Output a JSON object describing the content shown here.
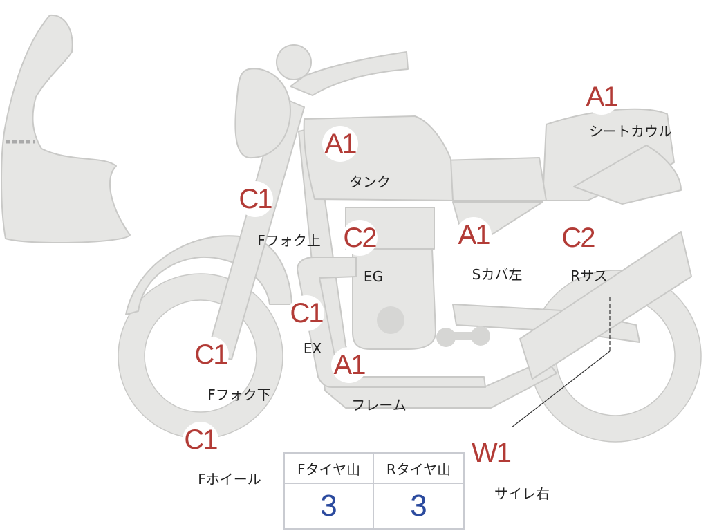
{
  "parts": [
    {
      "id": "tank",
      "grade": "A1",
      "label": "タンク"
    },
    {
      "id": "seat-cowl",
      "grade": "A1",
      "label": "シートカウル"
    },
    {
      "id": "fork-upper",
      "grade": "C1",
      "label": "Fフォク上"
    },
    {
      "id": "engine",
      "grade": "C2",
      "label": "EG"
    },
    {
      "id": "side-cover-left",
      "grade": "A1",
      "label": "Sカバ左"
    },
    {
      "id": "rear-suspension",
      "grade": "C2",
      "label": "Rサス"
    },
    {
      "id": "exhaust",
      "grade": "C1",
      "label": "EX"
    },
    {
      "id": "fork-lower",
      "grade": "C1",
      "label": "Fフォク下"
    },
    {
      "id": "frame",
      "grade": "A1",
      "label": "フレーム"
    },
    {
      "id": "front-wheel",
      "grade": "C1",
      "label": "Fホイール"
    },
    {
      "id": "muffler-right",
      "grade": "W1",
      "label": "サイレ右"
    }
  ],
  "tyre_table": {
    "front_header": "Fタイヤ山",
    "rear_header": "Rタイヤ山",
    "front_value": "3",
    "rear_value": "3"
  },
  "colors": {
    "body_fill": "#e6e6e4",
    "body_stroke": "#c9c9c7",
    "grade": "#b23b36",
    "value": "#2b4a9e"
  }
}
